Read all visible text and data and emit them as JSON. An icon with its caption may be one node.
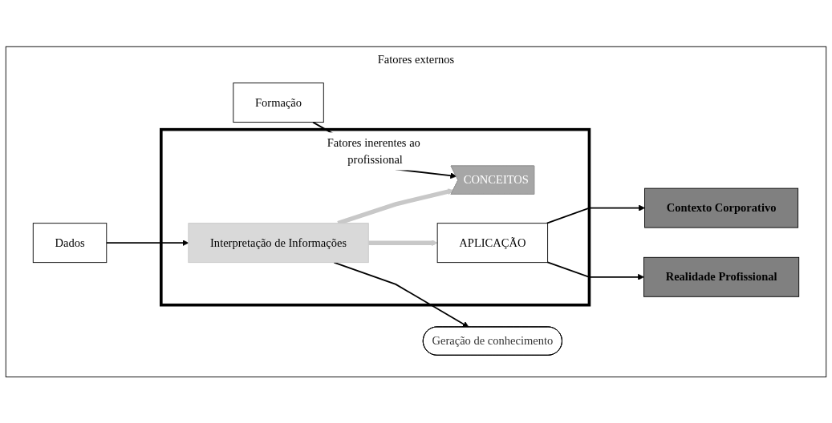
{
  "diagram": {
    "nodes": [
      {
        "text": [
          "Fatores externos"
        ]
      },
      {
        "text": [
          "Geração de conhecimento"
        ],
        "in": 0
      },
      {
        "text": [
          "Contexto Corporativo"
        ],
        "in": 0
      },
      {
        "text": [
          "Fatores inerentes ao profissional"
        ],
        "in": 0
      },
      {
        "text": [
          "CONCEITOS"
        ],
        "in": 3
      },
      {
        "text": [
          "Interpretação de Informações"
        ],
        "in": 3
      },
      {
        "text": [
          "APLICAÇÃO"
        ],
        "in": 3
      },
      {
        "text": [
          "Formação"
        ],
        "in": 0
      },
      {
        "text": [
          "Dados"
        ],
        "in": 0
      },
      {
        "text": [
          "Realidade Profissional"
        ],
        "in": 0
      }
    ],
    "edges": [
      {
        "from": 5,
        "to": 4,
        "arrow": "to",
        "style": "thick",
        "color": "#c8c8c8"
      },
      {
        "from": 5,
        "to": 6,
        "arrow": "to",
        "style": "thick",
        "color": "#c8c8c8"
      },
      {
        "from": 5,
        "to": 1,
        "arrow": "to"
      },
      {
        "from": 6,
        "to": 2,
        "arrow": "to"
      },
      {
        "from": 6,
        "to": 9,
        "arrow": "to"
      },
      {
        "from": 7,
        "to": 4,
        "arrow": "to"
      },
      {
        "from": 8,
        "to": 5,
        "arrow": "to"
      }
    ]
  }
}
